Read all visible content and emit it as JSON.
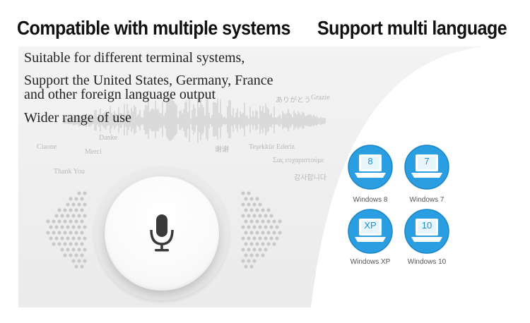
{
  "headline": {
    "left": "Compatible with multiple systems",
    "right": "Support multi language"
  },
  "features": [
    "Suitable for different terminal systems,",
    "Support the United States, Germany, France",
    "and other foreign language output",
    "Wider range of use"
  ],
  "background_words": [
    "Ciaone",
    "Grazie",
    "감사합니다",
    "Teşekkür Ederiz",
    "Σας ευχαριστούμε",
    "Thank You",
    "ありがとう",
    "谢谢",
    "Danke",
    "Merci"
  ],
  "systems": [
    {
      "badge": "8",
      "label": "Windows 8"
    },
    {
      "badge": "7",
      "label": "Windows 7"
    },
    {
      "badge": "XP",
      "label": "Windows XP"
    },
    {
      "badge": "10",
      "label": "Windows 10"
    }
  ],
  "colors": {
    "badge_blue": "#2a9ee0",
    "badge_light": "#ffffff",
    "headline": "#111111",
    "panel": "#efefef"
  },
  "icons": {
    "mic": "microphone-icon",
    "laptop": "laptop-icon"
  }
}
